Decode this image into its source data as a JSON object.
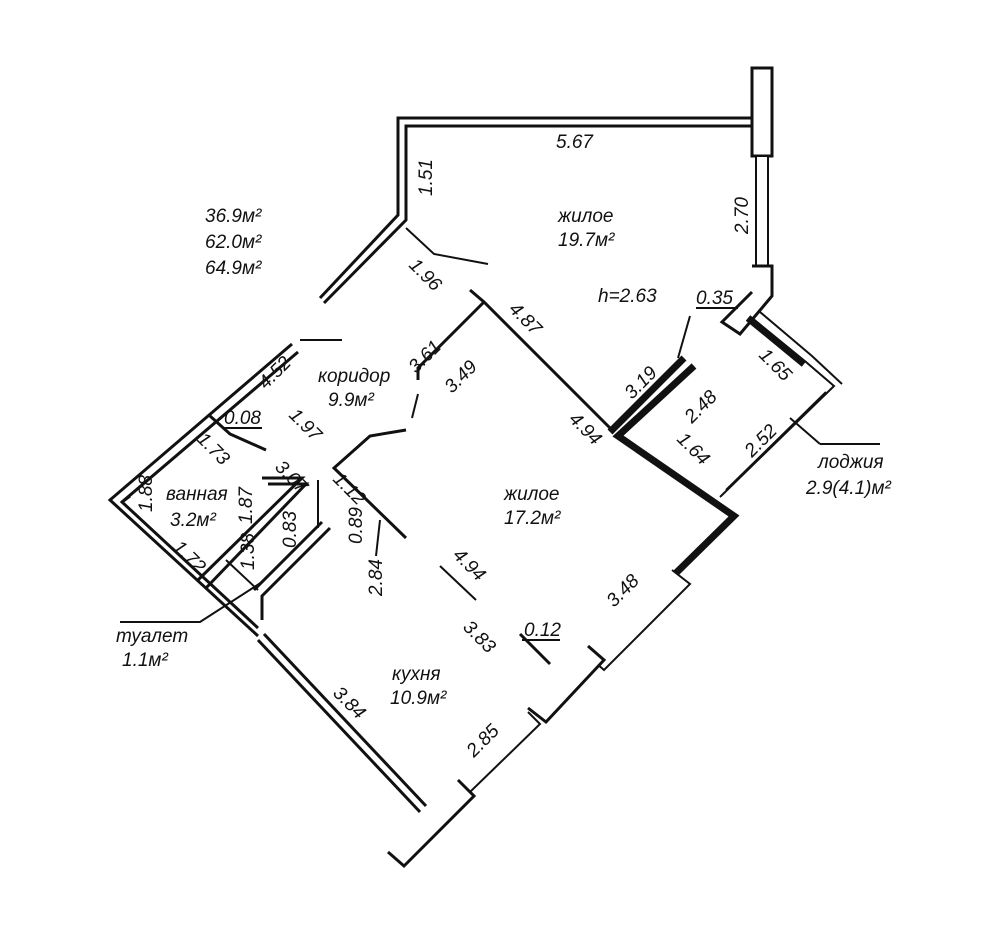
{
  "totals": {
    "area1": "36.9м²",
    "area2": "62.0м²",
    "area3": "64.9м²"
  },
  "height": "h=2.63",
  "rooms": {
    "living_top": {
      "name": "жилое",
      "area": "19.7м²"
    },
    "corridor": {
      "name": "коридор",
      "area": "9.9м²"
    },
    "living_mid": {
      "name": "жилое",
      "area": "17.2м²"
    },
    "bathroom": {
      "name": "ванная",
      "area": "3.2м²"
    },
    "toilet": {
      "name": "туалет",
      "area": "1.1м²"
    },
    "kitchen": {
      "name": "кухня",
      "area": "10.9м²"
    },
    "loggia": {
      "name": "лоджия",
      "area": "2.9(4.1)м²"
    }
  },
  "dims": {
    "d567": "5.67",
    "d151": "1.51",
    "d270": "2.70",
    "d196": "1.96",
    "d035": "0.35",
    "d487": "4.87",
    "d165": "1.65",
    "d361": "3.61",
    "d349": "3.49",
    "d319": "3.19",
    "d248": "2.48",
    "d452": "4.52",
    "d008": "0.08",
    "d197": "1.97",
    "d494a": "4.94",
    "d164": "1.64",
    "d252": "2.52",
    "d173": "1.73",
    "d307": "3.07",
    "d112": "1.12",
    "d188": "1.88",
    "d187": "1.87",
    "d083": "0.83",
    "d089": "0.89",
    "d172": "1.72",
    "d138": "1.38",
    "d284": "2.84",
    "d494b": "4.94",
    "d348": "3.48",
    "d383": "3.83",
    "d012": "0.12",
    "d384": "3.84",
    "d285": "2.85"
  }
}
